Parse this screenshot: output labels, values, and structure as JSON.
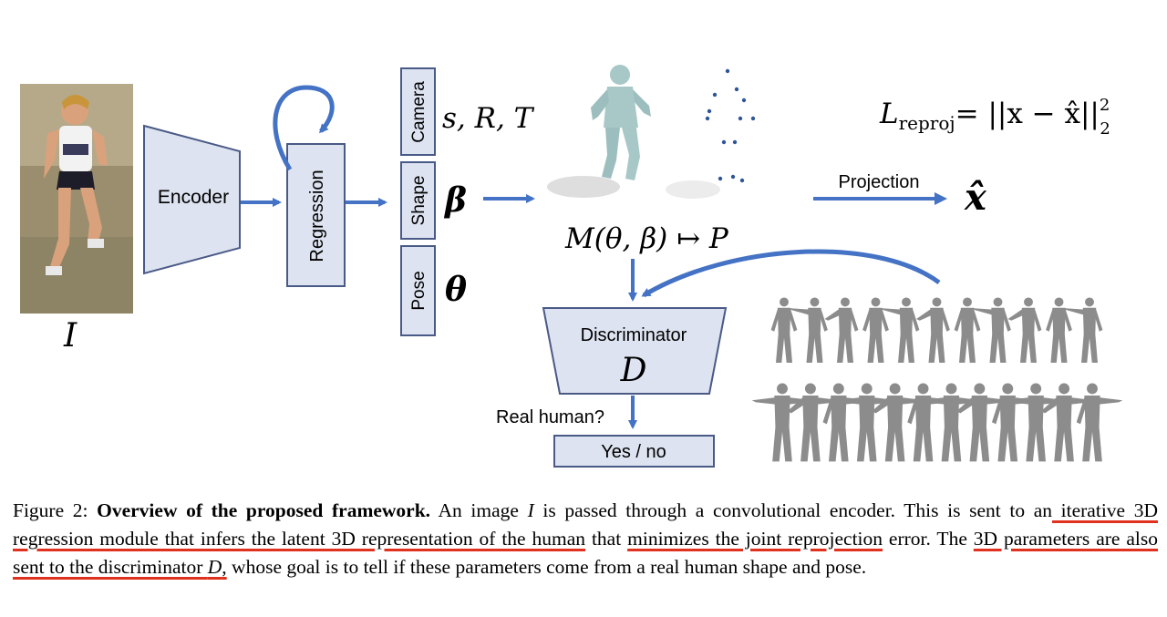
{
  "figure": {
    "input_image_label": "I",
    "encoder_label": "Encoder",
    "regression_label": "Regression",
    "camera_label": "Camera",
    "shape_label": "Shape",
    "pose_label": "Pose",
    "camera_params": "s, R, T",
    "shape_symbol": "β",
    "pose_symbol": "θ",
    "smpl_mapping": "M(θ, β) ↦ P",
    "projection_label": "Projection",
    "projection_output": "x̂",
    "loss_name": "L",
    "loss_sub": "reproj",
    "loss_rhs": "= ||x − x̂||",
    "loss_sup": "2",
    "loss_sub2": "2",
    "discriminator_label": "Discriminator",
    "discriminator_symbol": "D",
    "question_label": "Real human?",
    "answer_label": "Yes / no"
  },
  "colors": {
    "block_fill": "#dde3f0",
    "block_stroke": "#4a5a86",
    "arrow": "#4472c4",
    "underline": "#e0311f",
    "mesh": "#a8c8c8"
  },
  "caption": {
    "prefix": "Figure 2: ",
    "title": "Overview of the proposed framework.",
    "text1": " An image ",
    "var_i": "I",
    "text2": " is passed through a convolutional encoder. This is sent to an",
    "ul1": " iterative 3D regression module that infers the latent 3D representation of the human",
    "text3": " that ",
    "ul2": "minimizes the joint reprojection",
    "text4": " error. The ",
    "ul3a": "3D parameters are also sent to the discriminator ",
    "var_d": "D",
    "ul3b": ",",
    "text5": " whose goal is to tell if these parameters come from a real human shape and pose."
  }
}
